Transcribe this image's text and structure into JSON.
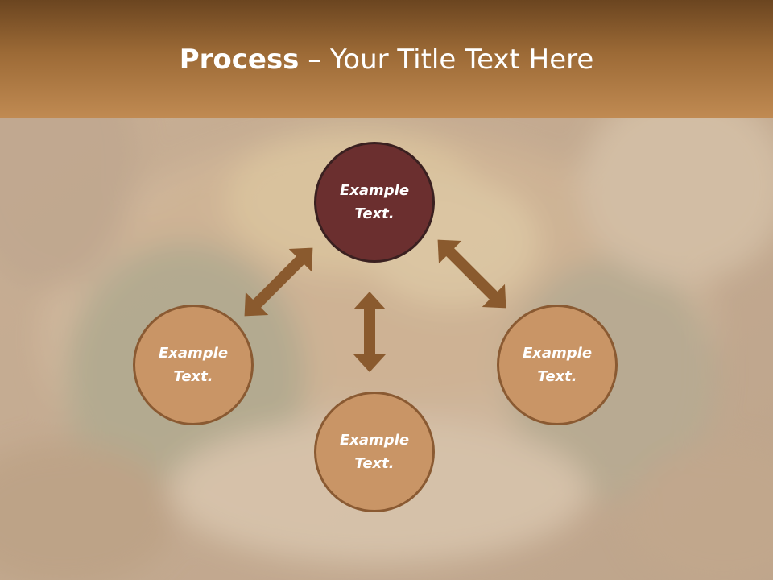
{
  "title": {
    "bold": "Process",
    "rest": " – Your Title Text Here"
  },
  "nodes": {
    "top": {
      "line1": "Example",
      "line2": "Text."
    },
    "left": {
      "line1": "Example",
      "line2": "Text."
    },
    "right": {
      "line1": "Example",
      "line2": "Text."
    },
    "bottom": {
      "line1": "Example",
      "line2": "Text."
    }
  },
  "colors": {
    "header_top": "#6b4520",
    "header_bottom": "#c08a52",
    "main_node": "#6b2f2f",
    "sub_node": "#c99566",
    "arrow": "#8a5a2e"
  },
  "background_image": "blurred burger photo"
}
